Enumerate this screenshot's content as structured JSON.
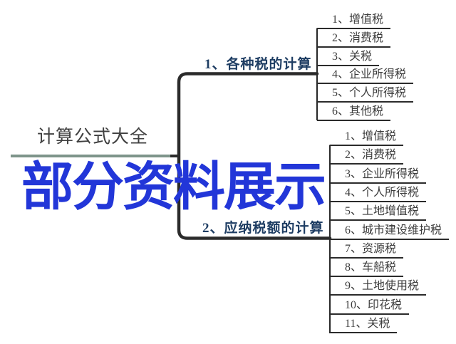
{
  "root": {
    "label": "计算公式大全"
  },
  "overlay": {
    "text": "部分资料展示"
  },
  "branches": [
    {
      "label": "1、各种税的计算",
      "items": [
        "1、增值税",
        "2、消费税",
        "3、关税",
        "4、企业所得税",
        "5、个人所得税",
        "6、其他税"
      ]
    },
    {
      "label": "2、应纳税额的计算",
      "items": [
        "1、增值税",
        "2、消费税",
        "3、企业所得税",
        "4、个人所得税",
        "5、土地增值税",
        "6、城市建设维护税",
        "7、资源税",
        "8、车船税",
        "9、土地使用税",
        "10、印花税",
        "11、关税"
      ]
    }
  ],
  "colors": {
    "line": "#2b2b2b",
    "branch_label": "#1e3d63",
    "leaf_text": "#3c3c3c",
    "root_text": "#3f3f3f",
    "root_underline": "#7e948a",
    "overlay_text": "#2236d8"
  }
}
